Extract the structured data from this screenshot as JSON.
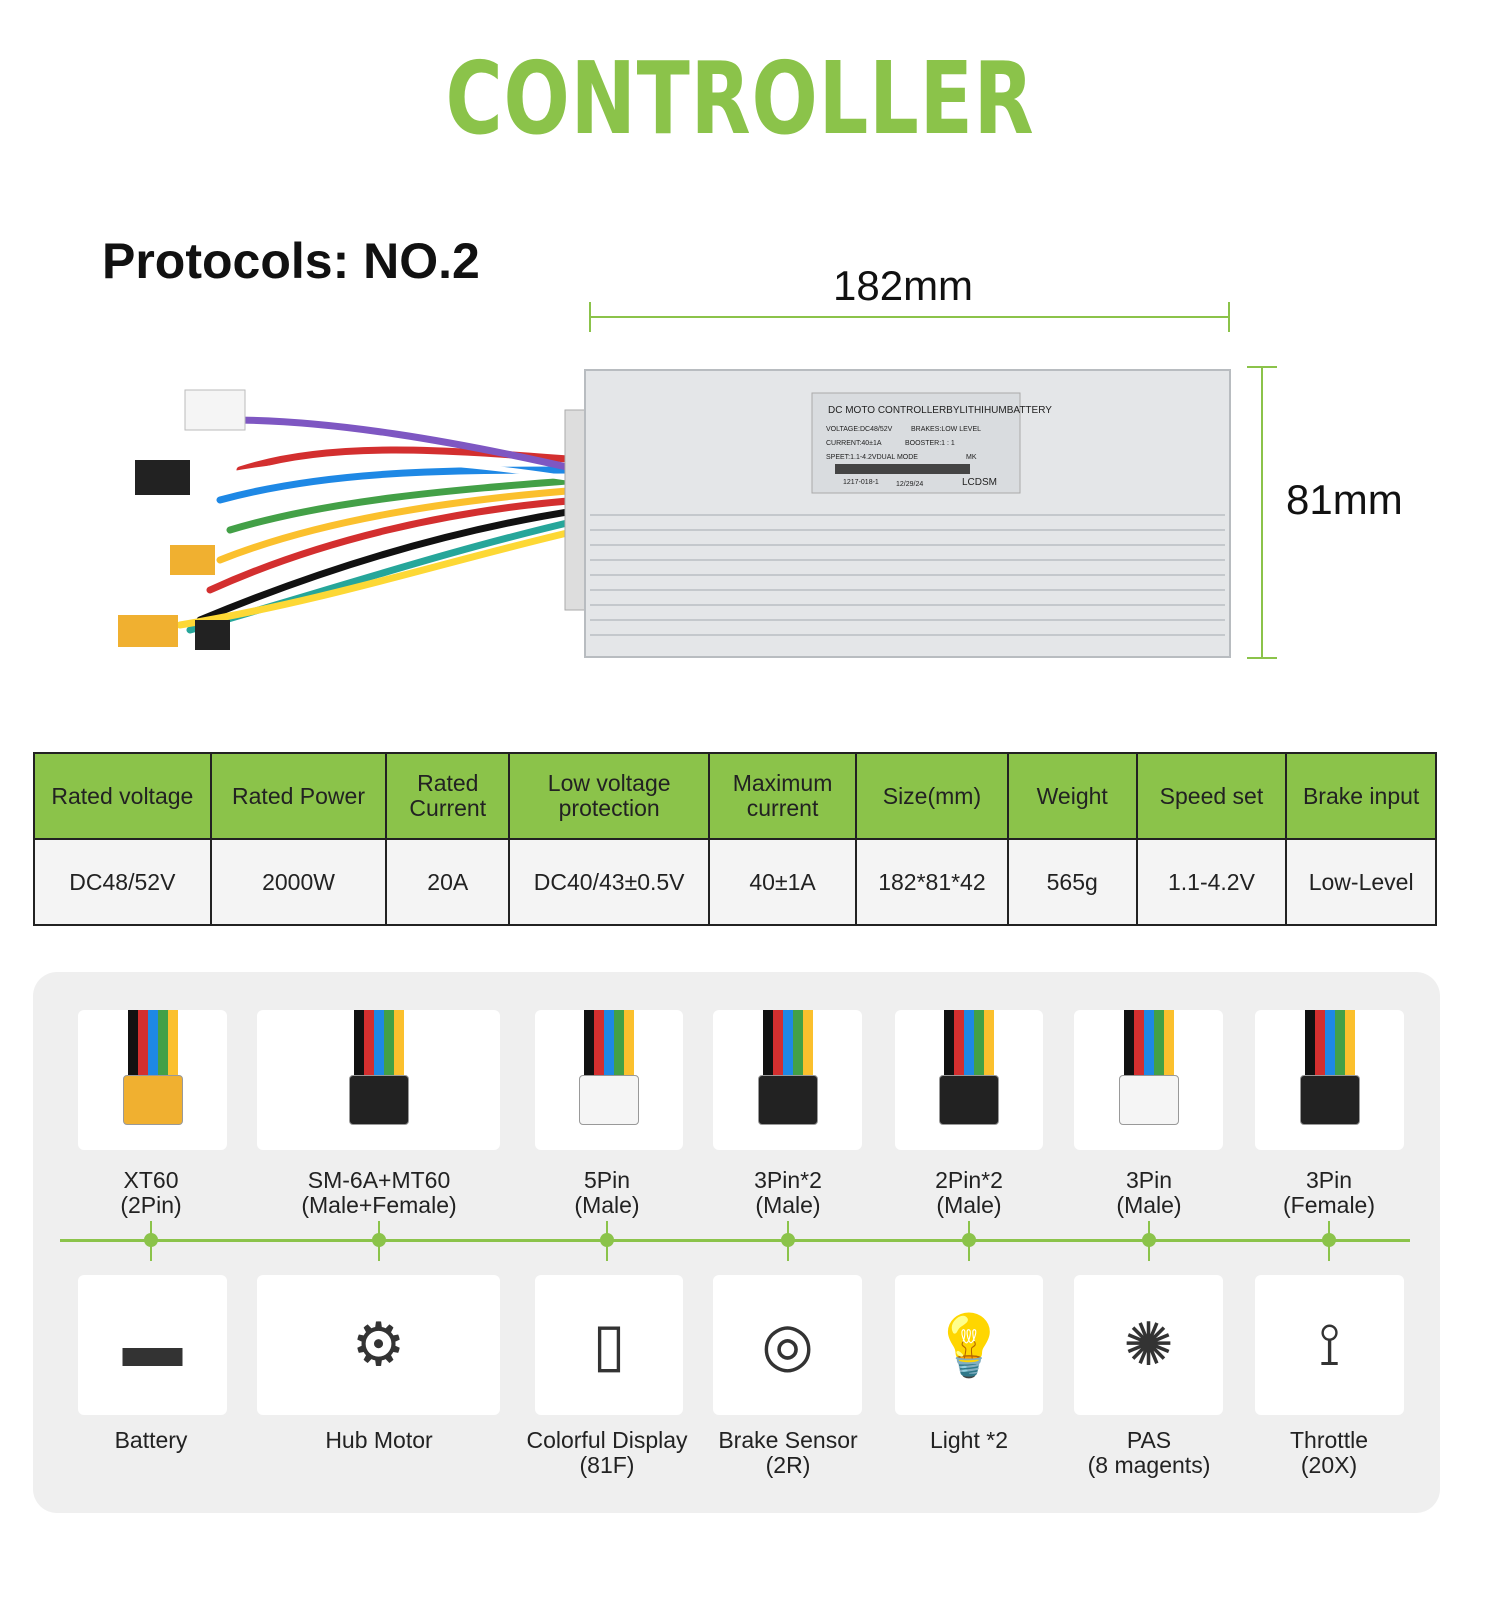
{
  "title": "CONTROLLER",
  "protocol": "Protocols: NO.2",
  "dimensions": {
    "length": "182mm",
    "height": "81mm"
  },
  "product_label": {
    "line1": "DC MOTO CONTROLLERBYLITHIHUMBATTERY",
    "line2a": "VOLTAGE:DC48/52V",
    "line2b": "BRAKES:LOW LEVEL",
    "line3a": "CURRENT:40±1A",
    "line3b": "BOOSTER:1 : 1",
    "line4a": "SPEET:1.1-4.2VDUAL MODE",
    "line4b": "MK",
    "serial": "1217-018-1",
    "date": "12/29/24",
    "brand": "LCDSM"
  },
  "specs": {
    "headers": [
      "Rated voltage",
      "Rated Power",
      "Rated Current",
      "Low voltage protection",
      "Maximum current",
      "Size(mm)",
      "Weight",
      "Speed set",
      "Brake input"
    ],
    "values": [
      "DC48/52V",
      "2000W",
      "20A",
      "DC40/43±0.5V",
      "40±1A",
      "182*81*42",
      "565g",
      "1.1-4.2V",
      "Low-Level"
    ]
  },
  "connectors": [
    {
      "line1": "XT60",
      "line2": "(2Pin)"
    },
    {
      "line1": "SM-6A+MT60",
      "line2": "(Male+Female)"
    },
    {
      "line1": "5Pin",
      "line2": "(Male)"
    },
    {
      "line1": "3Pin*2",
      "line2": "(Male)"
    },
    {
      "line1": "2Pin*2",
      "line2": "(Male)"
    },
    {
      "line1": "3Pin",
      "line2": "(Male)"
    },
    {
      "line1": "3Pin",
      "line2": "(Female)"
    }
  ],
  "components": [
    {
      "line1": "Battery",
      "line2": ""
    },
    {
      "line1": "Hub Motor",
      "line2": ""
    },
    {
      "line1": "Colorful Display",
      "line2": "(81F)"
    },
    {
      "line1": "Brake Sensor",
      "line2": "(2R)"
    },
    {
      "line1": "Light *2",
      "line2": ""
    },
    {
      "line1": "PAS",
      "line2": "(8 magents)"
    },
    {
      "line1": "Throttle",
      "line2": "(20X)"
    }
  ],
  "colors": {
    "accent": "#8bc34a",
    "panel": "#efefef"
  }
}
